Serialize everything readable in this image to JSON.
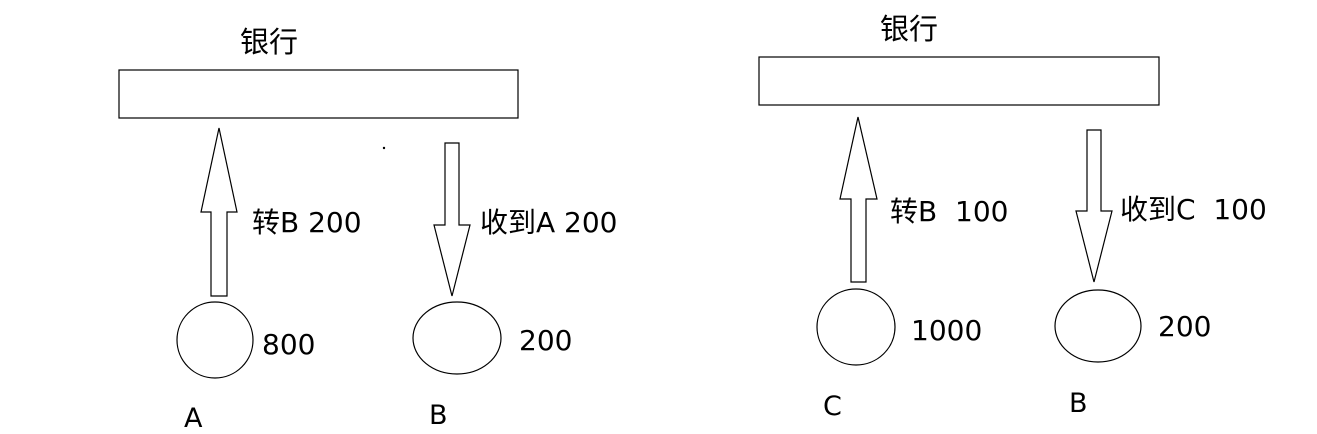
{
  "panels": [
    {
      "bank_label": "银行",
      "up_arrow_label": "转B 200",
      "down_arrow_label": "收到A 200",
      "left_node": {
        "name": "A",
        "amount": "800"
      },
      "right_node": {
        "name": "B",
        "amount": "200"
      }
    },
    {
      "bank_label": "银行",
      "up_arrow_label": "转B  100",
      "down_arrow_label": "收到C  100",
      "left_node": {
        "name": "C",
        "amount": "1000"
      },
      "right_node": {
        "name": "B",
        "amount": "200"
      }
    }
  ]
}
